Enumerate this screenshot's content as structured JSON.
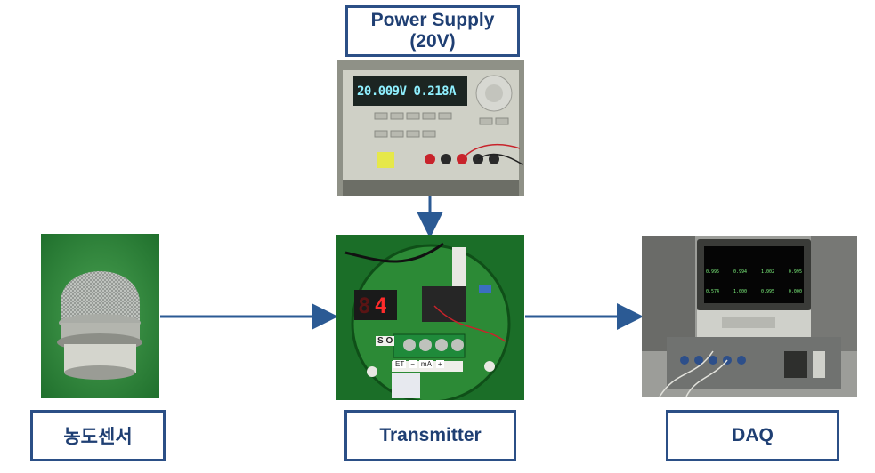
{
  "labels": {
    "power_supply_line1": "Power Supply",
    "power_supply_line2": "(20V)",
    "sensor": "농도센서",
    "transmitter": "Transmitter",
    "daq": "DAQ"
  },
  "power_supply_display": {
    "voltage": "20.009V",
    "current": "0.218A"
  },
  "transmitter_display": {
    "digit1": "8",
    "digit2": "4",
    "terminal_labels": [
      "ET",
      "−",
      "mA",
      "+"
    ],
    "so_label": "S O"
  },
  "daq_screen": {
    "readings_row1": [
      "0.995",
      "0.994",
      "1.002",
      "0.995"
    ],
    "readings_row2": [
      "0.574",
      "1.000",
      "0.995",
      "0.000"
    ]
  },
  "colors": {
    "box_border": "#2b4f86",
    "label_text": "#1f3f73",
    "arrow": "#2b5a94"
  }
}
